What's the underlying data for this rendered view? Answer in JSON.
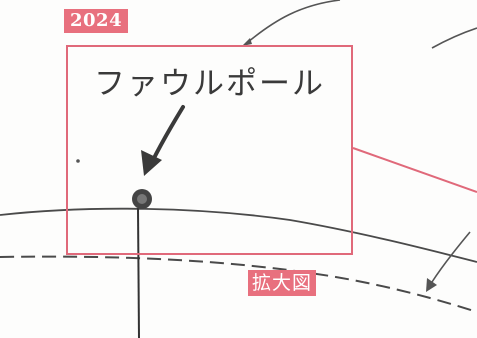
{
  "year_badge": "2024",
  "callout_label": "ファウルポール",
  "zoom_badge": "拡大図",
  "colors": {
    "accent": "#e8707e",
    "frame": "#e0697a",
    "line": "#555555",
    "pole": "#444444"
  }
}
